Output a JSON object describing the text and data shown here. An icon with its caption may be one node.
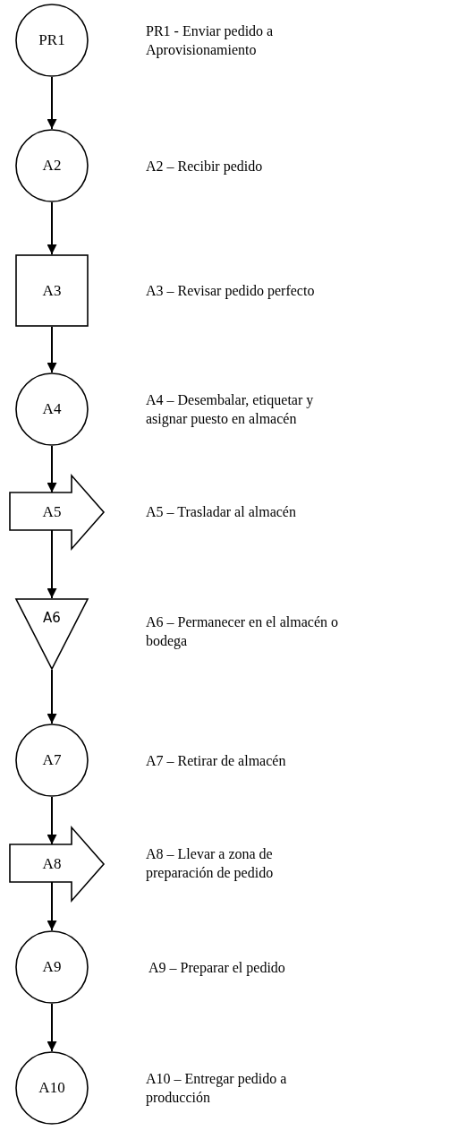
{
  "diagram": {
    "nodes": [
      {
        "text": [
          "PR1"
        ]
      },
      {
        "text": [
          "A2"
        ]
      },
      {
        "text": [
          "A3"
        ]
      },
      {
        "text": [
          "A4"
        ]
      },
      {
        "text": [
          "A5"
        ]
      },
      {
        "text": [
          "A6"
        ]
      },
      {
        "text": [
          "A7"
        ]
      },
      {
        "text": [
          "A8"
        ]
      },
      {
        "text": [
          "A9"
        ]
      },
      {
        "text": [
          "A10"
        ]
      }
    ],
    "edges": [
      {
        "from": 0,
        "to": 1,
        "arrow": "to"
      },
      {
        "from": 1,
        "to": 2,
        "arrow": "to"
      },
      {
        "from": 2,
        "to": 3,
        "arrow": "to"
      },
      {
        "from": 3,
        "to": 4,
        "arrow": "to"
      },
      {
        "from": 4,
        "to": 5,
        "arrow": "to"
      },
      {
        "from": 5,
        "to": 6,
        "arrow": "to"
      },
      {
        "from": 6,
        "to": 7,
        "arrow": "to"
      },
      {
        "from": 7,
        "to": 8,
        "arrow": "to"
      },
      {
        "from": 8,
        "to": 9,
        "arrow": "to"
      }
    ],
    "labels": [
      "PR1 - Enviar pedido a Aprovisionamiento",
      "A2 – Recibir pedido",
      "A3 – Revisar pedido perfecto",
      "A4 – Desembalar, etiquetar y asignar puesto en almacén",
      "A5 – Trasladar al almacén",
      "A6 – Permanecer en el almacén o bodega",
      "A7 – Retirar de almacén",
      "A8 – Llevar a zona de preparación de pedido",
      "A9 – Preparar el pedido",
      "A10 – Entregar pedido a producción"
    ]
  }
}
